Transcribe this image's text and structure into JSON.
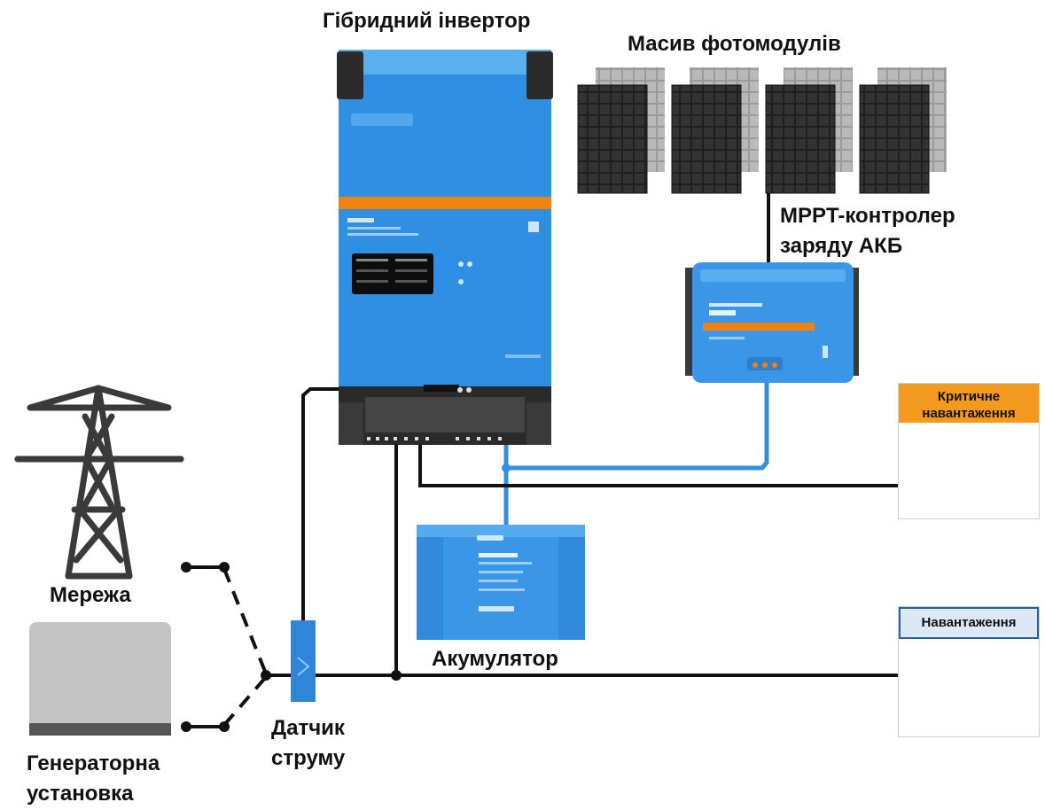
{
  "labels": {
    "inverter": "Гібридний інвертор",
    "pv_array": "Масив фотомодулів",
    "mppt_line1": "MPPT-контролер",
    "mppt_line2": "заряду АКБ",
    "grid": "Мережа",
    "generator_line1": "Генераторна",
    "generator_line2": "установка",
    "sensor_line1": "Датчик",
    "sensor_line2": "струму",
    "battery": "Акумулятор",
    "critical_load_line1": "Критичне",
    "critical_load_line2": "навантаження",
    "load": "Навантаження"
  },
  "colors": {
    "inverter_blue": "#2f8fe3",
    "device_blue": "#3a96e6",
    "accent_orange": "#f0820f",
    "wire_black": "#111111",
    "wire_blue": "#2f8fe3",
    "critical_header": "#f39a1e",
    "load_header": "#dce8f4"
  }
}
